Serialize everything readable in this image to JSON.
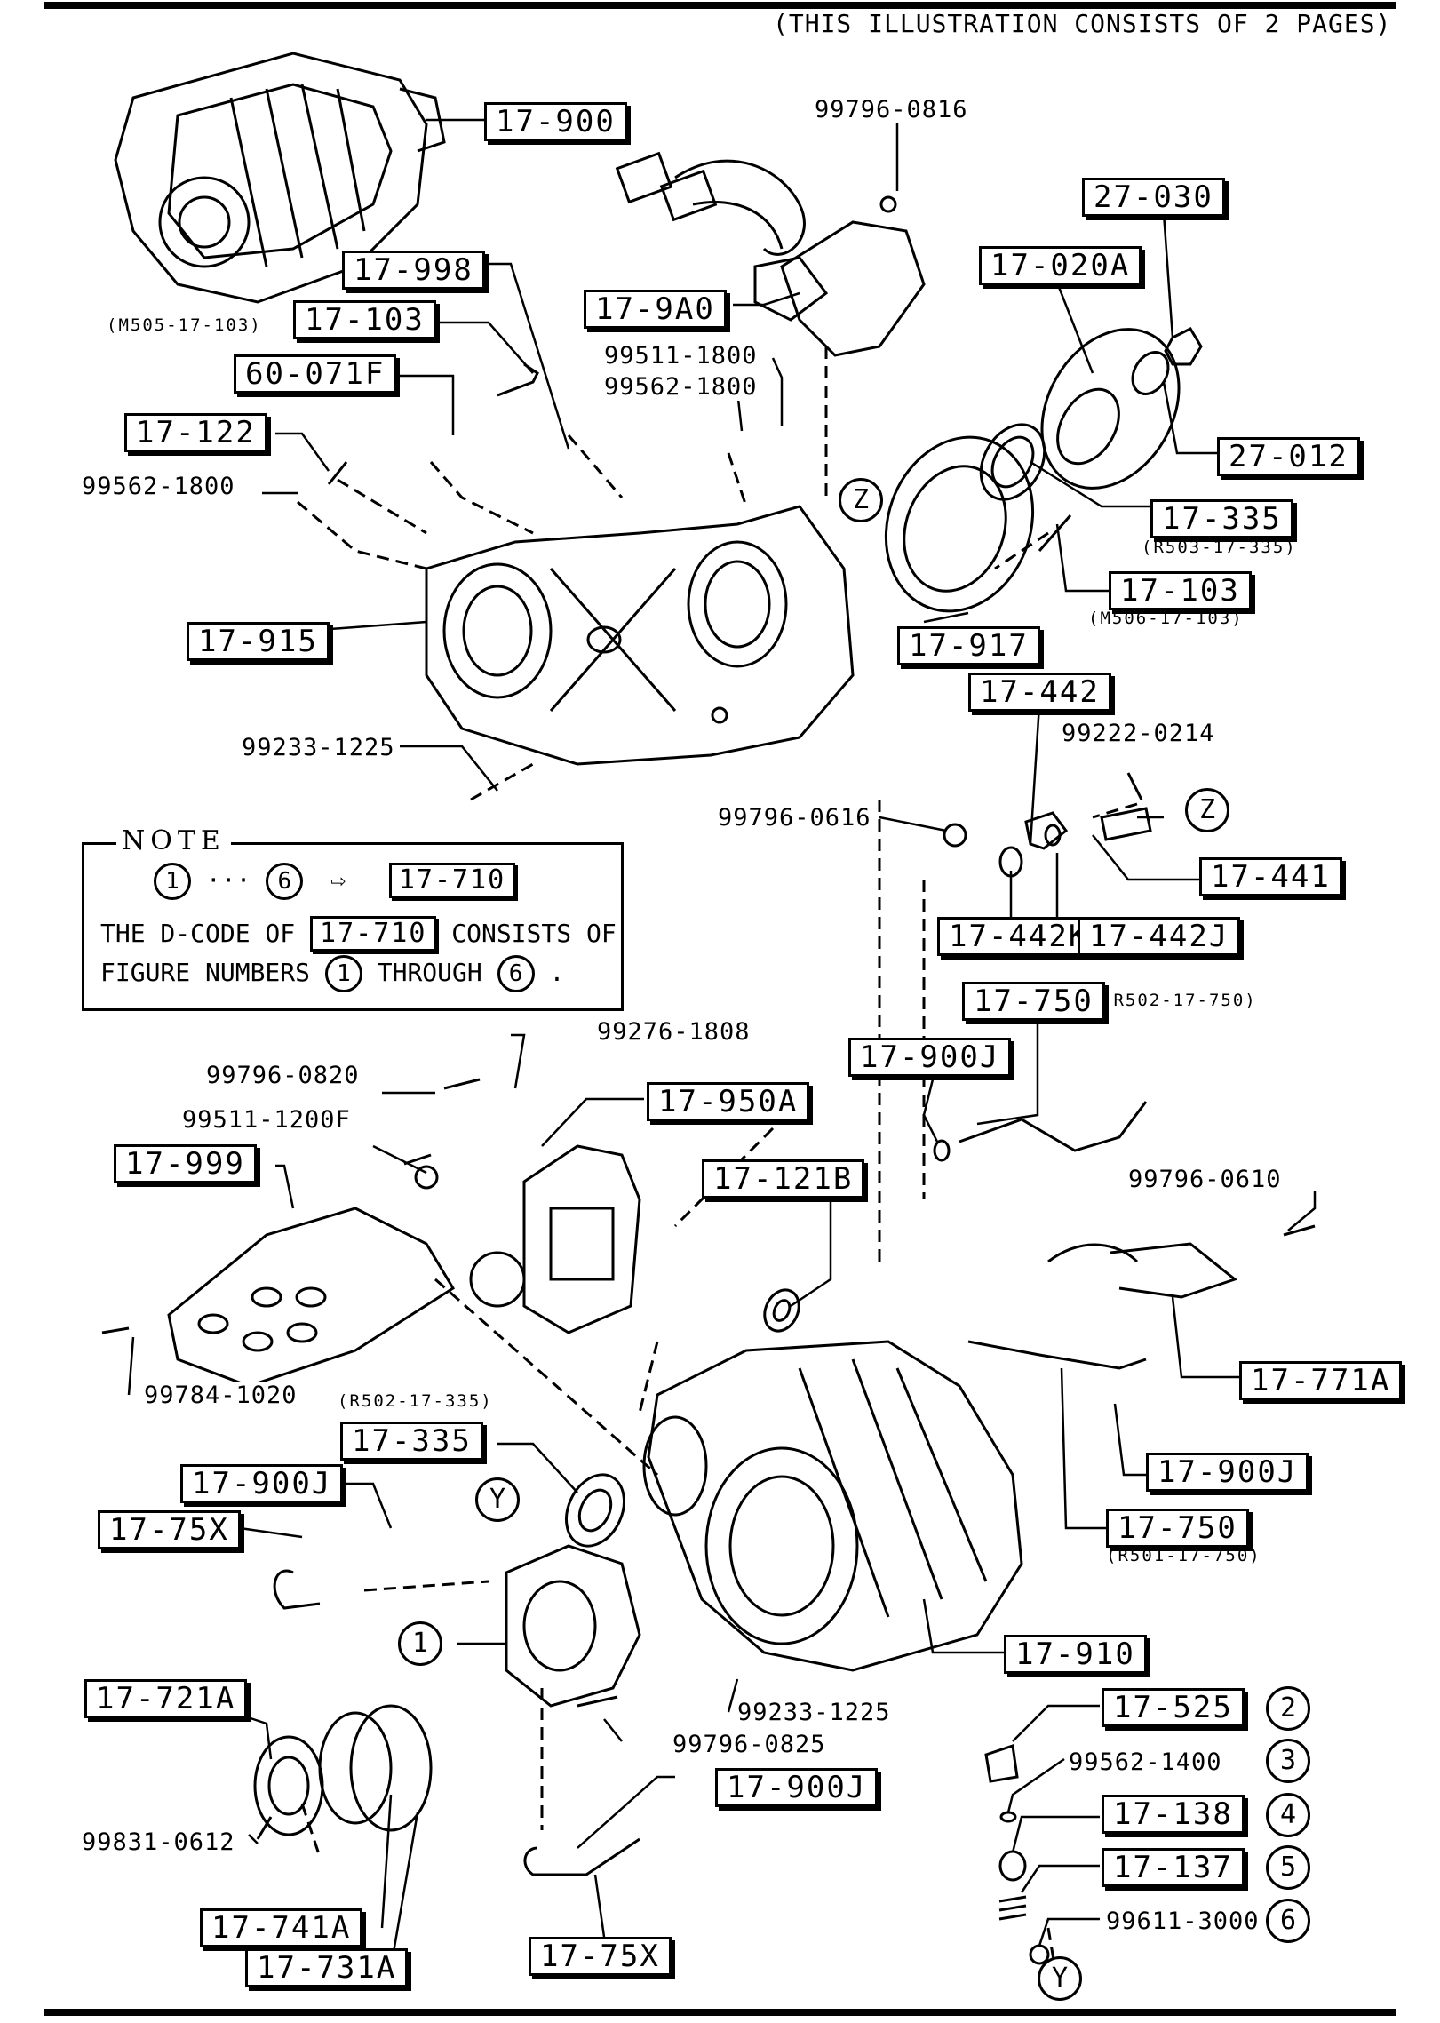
{
  "header": "(THIS ILLUSTRATION CONSISTS OF  2 PAGES)",
  "note": {
    "title": "NOTE",
    "line1_from": "1",
    "line1_dots": "···",
    "line1_to": "6",
    "line1_arrow": "⇨",
    "line1_code": "17-710",
    "line2_pre": "THE D-CODE OF",
    "line2_code": "17-710",
    "line2_post": "CONSISTS OF",
    "line3_pre": "FIGURE NUMBERS",
    "line3_from": "1",
    "line3_mid": "THROUGH",
    "line3_to": "6",
    "line3_post": "."
  },
  "codes": {
    "c17_900": "17-900",
    "c17_998": "17-998",
    "c17_103_a": "17-103",
    "c60_071F": "60-071F",
    "c17_122": "17-122",
    "c17_9A0": "17-9A0",
    "c27_030": "27-030",
    "c17_020A": "17-020A",
    "c27_012": "27-012",
    "c17_335_a": "17-335",
    "c17_103_b": "17-103",
    "c17_915": "17-915",
    "c17_917": "17-917",
    "c17_442": "17-442",
    "c17_441": "17-441",
    "c17_442K": "17-442K",
    "c17_442J": "17-442J",
    "c17_750_a": "17-750",
    "c17_900J_a": "17-900J",
    "c17_950A": "17-950A",
    "c17_999": "17-999",
    "c17_121B": "17-121B",
    "c17_771A": "17-771A",
    "c17_335_b": "17-335",
    "c17_900J_b": "17-900J",
    "c17_900J_c": "17-900J",
    "c17_75X_a": "17-75X",
    "c17_750_b": "17-750",
    "c17_910": "17-910",
    "c17_721A": "17-721A",
    "c17_525": "17-525",
    "c17_900J_d": "17-900J",
    "c17_138": "17-138",
    "c17_137": "17-137",
    "c17_741A": "17-741A",
    "c17_731A": "17-731A",
    "c17_75X_b": "17-75X"
  },
  "parts": {
    "p99796_0816": "99796-0816",
    "p99511_1800": "99511-1800",
    "p99562_1800_a": "99562-1800",
    "p99562_1800_b": "99562-1800",
    "p99233_1225_a": "99233-1225",
    "p99222_0214": "99222-0214",
    "p99796_0616": "99796-0616",
    "p99276_1808": "99276-1808",
    "p99796_0820": "99796-0820",
    "p99511_1200F": "99511-1200F",
    "p99796_0610": "99796-0610",
    "p99784_1020": "99784-1020",
    "p99233_1225_b": "99233-1225",
    "p99796_0825": "99796-0825",
    "p99562_1400": "99562-1400",
    "p99831_0612": "99831-0612",
    "p99611_3000": "99611-3000"
  },
  "refs": {
    "r_m505": "(M505-17-103)",
    "r_r503": "(R503-17-335)",
    "r_m506": "(M506-17-103)",
    "r_r502_750": "(R502-17-750)",
    "r_r502_335": "(R502-17-335)",
    "r_r501": "(R501-17-750)"
  },
  "circles": {
    "z1": "Z",
    "z2": "Z",
    "y1": "Y",
    "y2": "Y",
    "n1": "1",
    "n2": "2",
    "n3": "3",
    "n4": "4",
    "n5": "5",
    "n6": "6"
  }
}
